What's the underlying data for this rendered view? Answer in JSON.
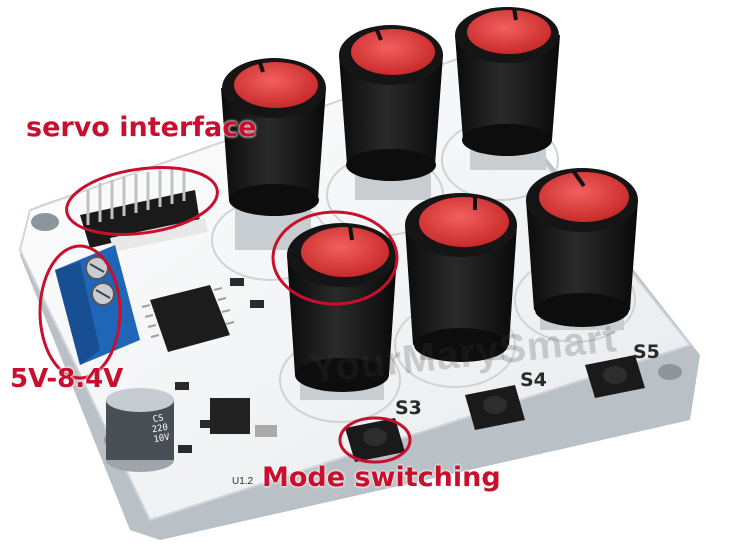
{
  "annotations": {
    "servo_interface": "servo interface",
    "supply_voltage": "5V-8.4V",
    "mode_switching": "Mode switching"
  },
  "board": {
    "button_labels": [
      "S3",
      "S4",
      "S5"
    ],
    "version": "U1.2",
    "capacitor": [
      "CS",
      "220",
      "10V"
    ],
    "watermark": "YourMarySmart"
  },
  "colors": {
    "pcb": "#f4f6f8",
    "knob_cap": "#e23a3a",
    "knob_body": "#141414",
    "terminal": "#1f66b8",
    "callout": "#c8102e"
  },
  "icons": [
    "potentiometer-knob",
    "tactile-switch",
    "screw-terminal",
    "pin-header",
    "mcu-chip",
    "electrolytic-capacitor"
  ]
}
